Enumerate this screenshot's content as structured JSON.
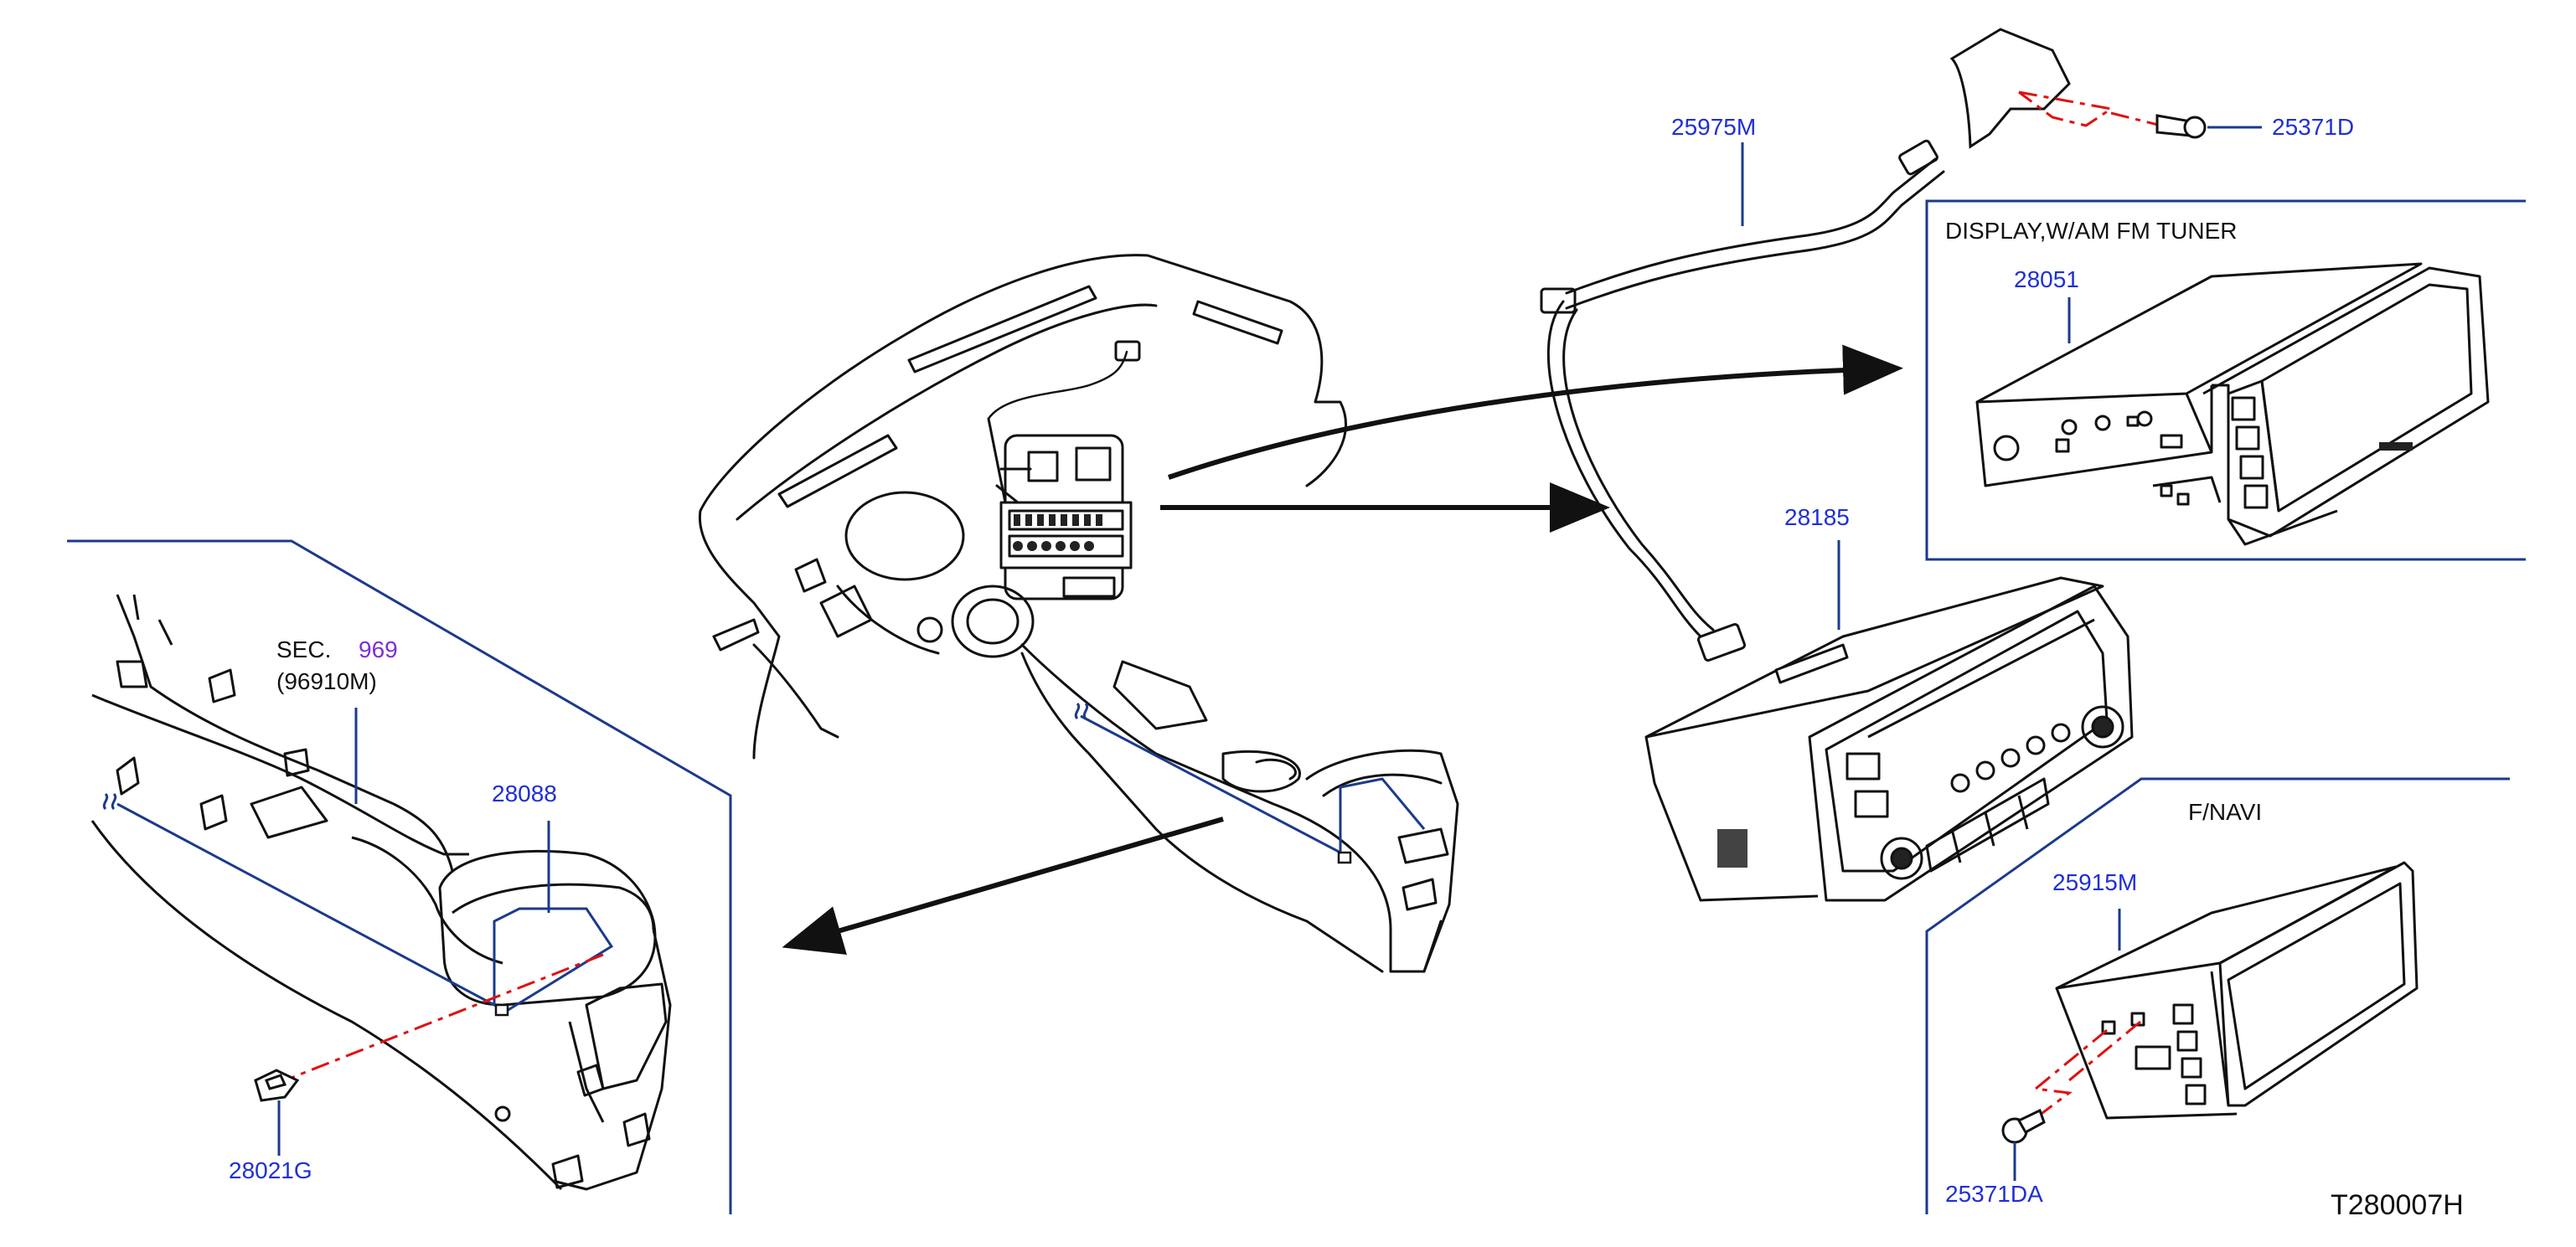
{
  "diagram": {
    "part_labels": {
      "p25975M": "25975M",
      "p25371D": "25371D",
      "p28051": "28051",
      "p28185": "28185",
      "p28088": "28088",
      "p28021G": "28021G",
      "p25915M": "25915M",
      "p25371DA": "25371DA"
    },
    "section_ref": {
      "prefix": "SEC.",
      "number": "969",
      "sub": "(96910M)"
    },
    "box_titles": {
      "display": "DISPLAY,W/AM   FM   TUNER",
      "navi": "F/NAVI"
    },
    "drawing_code": "T280007H",
    "colors": {
      "line_art": "#111111",
      "leader": "#1b3a8c",
      "label": "#1f2fd6",
      "section_number": "#7b2fd6",
      "dash": "#e01010",
      "fill_dark": "#222222"
    },
    "icons": {
      "screw": "screw-icon",
      "clip": "clip-icon",
      "arrow": "arrow-icon"
    }
  }
}
